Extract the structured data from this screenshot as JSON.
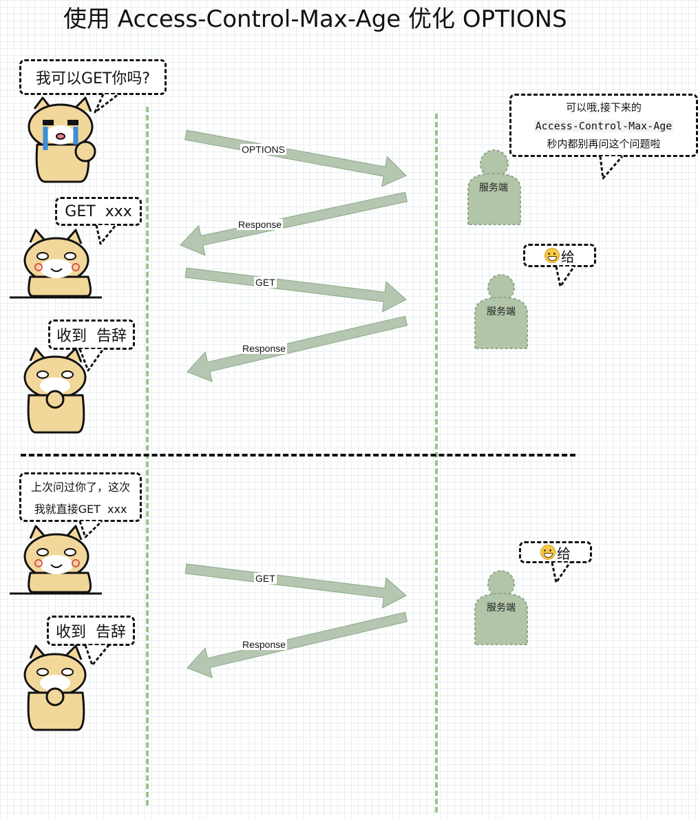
{
  "title": "使用 Access-Control-Max-Age 优化 OPTIONS",
  "client_bubbles": [
    {
      "text": "我可以GET你吗?"
    },
    {
      "text": "GET  xxx"
    },
    {
      "text": "收到  告辞"
    },
    {
      "line1": "上次问过你了，这次",
      "line2": "我就直接GET  xxx"
    },
    {
      "text": "收到  告辞"
    }
  ],
  "server_bubbles": [
    {
      "line1": "可以哦,接下来的",
      "line2": "Access-Control-Max-Age",
      "line3": "秒内都别再问这个问题啦"
    },
    {
      "text": "给",
      "emoji": "grinning-face-icon"
    },
    {
      "text": "给",
      "emoji": "grinning-face-icon"
    }
  ],
  "server_label": "服务端",
  "arrows": [
    {
      "label": "OPTIONS",
      "direction": "right"
    },
    {
      "label": "Response",
      "direction": "left"
    },
    {
      "label": "GET",
      "direction": "right"
    },
    {
      "label": "Response",
      "direction": "left"
    },
    {
      "label": "GET",
      "direction": "right"
    },
    {
      "label": "Response",
      "direction": "left"
    }
  ],
  "colors": {
    "arrow_fill": "#b5c7b0",
    "arrow_stroke": "#8da588",
    "server_fill": "#b3c5a8",
    "lifeline": "#9bc28e",
    "dog_fur": "#f2d79a",
    "dog_outline": "#111111"
  }
}
